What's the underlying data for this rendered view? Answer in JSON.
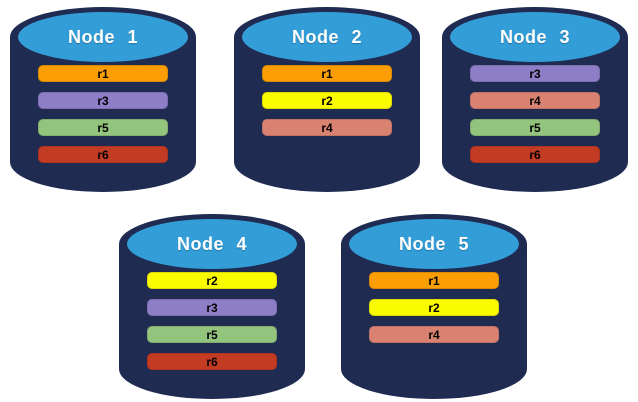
{
  "background": "#FFFFFF",
  "colors": {
    "cylinder_body": "#1F2B50",
    "cylinder_top": "#339DD8",
    "records": {
      "r1": "#FB9E05",
      "r2": "#FBFB00",
      "r3": "#8E7EC8",
      "r4": "#DA8272",
      "r5": "#93C47D",
      "r6": "#C43B24"
    }
  },
  "nodes": [
    {
      "title": "Node 1",
      "records": [
        {
          "label": "r1",
          "color": "#FB9E05"
        },
        {
          "label": "r3",
          "color": "#8E7EC8"
        },
        {
          "label": "r5",
          "color": "#93C47D"
        },
        {
          "label": "r6",
          "color": "#C43B24"
        }
      ]
    },
    {
      "title": "Node 2",
      "records": [
        {
          "label": "r1",
          "color": "#FB9E05"
        },
        {
          "label": "r2",
          "color": "#FBFB00"
        },
        {
          "label": "r4",
          "color": "#DA8272"
        }
      ]
    },
    {
      "title": "Node 3",
      "records": [
        {
          "label": "r3",
          "color": "#8E7EC8"
        },
        {
          "label": "r4",
          "color": "#DA8272"
        },
        {
          "label": "r5",
          "color": "#93C47D"
        },
        {
          "label": "r6",
          "color": "#C43B24"
        }
      ]
    },
    {
      "title": "Node 4",
      "records": [
        {
          "label": "r2",
          "color": "#FBFB00"
        },
        {
          "label": "r3",
          "color": "#8E7EC8"
        },
        {
          "label": "r5",
          "color": "#93C47D"
        },
        {
          "label": "r6",
          "color": "#C43B24"
        }
      ]
    },
    {
      "title": "Node 5",
      "records": [
        {
          "label": "r1",
          "color": "#FB9E05"
        },
        {
          "label": "r2",
          "color": "#FBFB00"
        },
        {
          "label": "r4",
          "color": "#DA8272"
        }
      ]
    }
  ]
}
